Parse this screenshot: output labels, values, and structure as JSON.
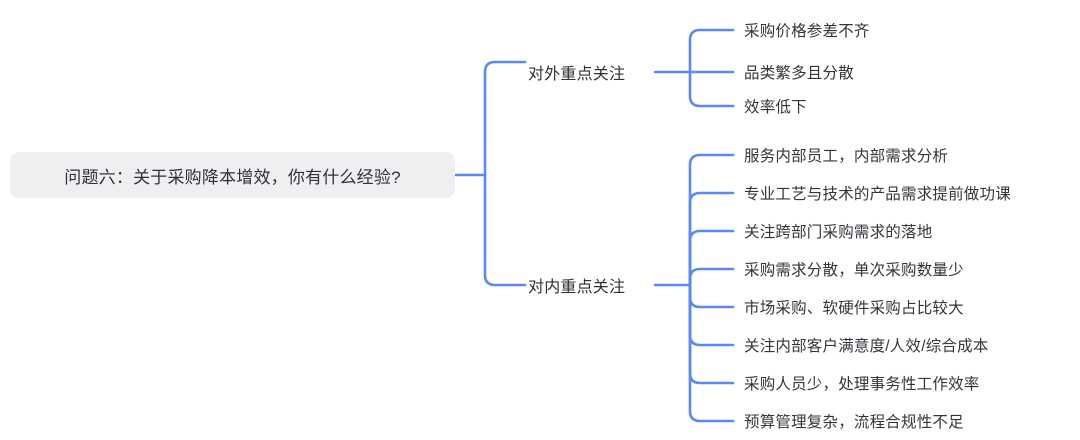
{
  "theme": {
    "line_color": "#5b88f7",
    "root_background": "#eeeff1",
    "text_color": "#33363b",
    "page_background": "#ffffff"
  },
  "mindmap": {
    "root": {
      "label": "问题六：关于采购降本增效，你有什么经验?"
    },
    "branches": [
      {
        "label": "对外重点关注",
        "leaves": [
          "采购价格参差不齐",
          "品类繁多且分散",
          "效率低下"
        ]
      },
      {
        "label": "对内重点关注",
        "leaves": [
          "服务内部员工，内部需求分析",
          "专业工艺与技术的产品需求提前做功课",
          "关注跨部门采购需求的落地",
          "采购需求分散，单次采购数量少",
          "市场采购、软硬件采购占比较大",
          "关注内部客户满意度/人效/综合成本",
          "采购人员少，处理事务性工作效率",
          "预算管理复杂，流程合规性不足"
        ]
      }
    ]
  }
}
